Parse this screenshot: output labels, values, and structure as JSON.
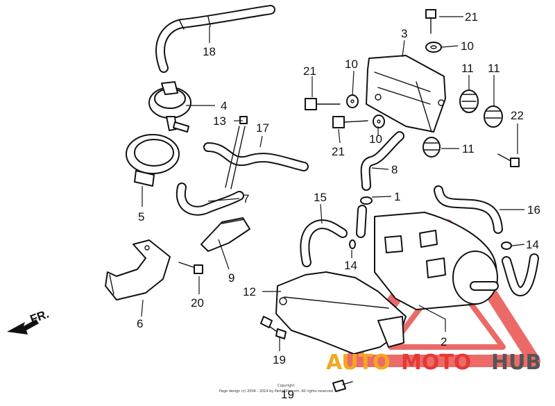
{
  "part_numbers": {
    "p1": "1",
    "p2": "2",
    "p3": "3",
    "p4": "4",
    "p5": "5",
    "p6": "6",
    "p7": "7",
    "p8": "8",
    "p9": "9",
    "p10a": "10",
    "p10b": "10",
    "p10c": "10",
    "p11a": "11",
    "p11b": "11",
    "p11c": "11",
    "p12": "12",
    "p13": "13",
    "p14a": "14",
    "p14b": "14",
    "p15": "15",
    "p16": "16",
    "p17": "17",
    "p18": "18",
    "p19a": "19",
    "p19b": "19",
    "p20": "20",
    "p21a": "21",
    "p21b": "21",
    "p21c": "21",
    "p22": "22"
  },
  "front_indicator": "FR.",
  "watermark": {
    "brand_auto": "AUTO",
    "brand_moto": "MOTO",
    "brand_hub": "HUB",
    "color_primary": "#e53935",
    "color_secondary": "#f5a623",
    "color_hub": "#555555"
  },
  "copyright_line1": "Copyright",
  "copyright_line2": "Page design (c) 2004 - 2014 by PartsZilla.com. All rights reserved"
}
